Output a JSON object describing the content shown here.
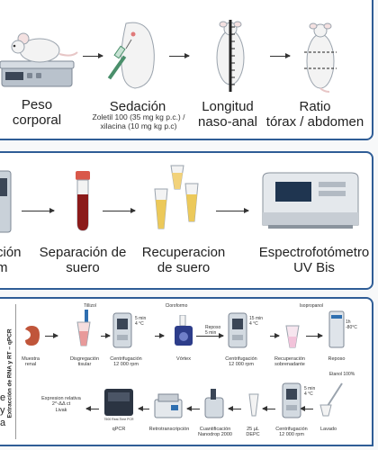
{
  "panel_top": {
    "steps": [
      {
        "label": "Peso\ncorporal",
        "icon": "scale-mouse-icon"
      },
      {
        "label": "Sedación",
        "sub": "Zoletil 100 (35 mg kg p.c.) /\nxilacina (10 mg kg p.c)",
        "icon": "injection-mouse-icon"
      },
      {
        "label": "Longitud\nnaso-anal",
        "icon": "ruler-mouse-icon"
      },
      {
        "label": "Ratio\ntórax / abdomen",
        "icon": "measure-mouse-icon"
      }
    ]
  },
  "panel_mid": {
    "cut_left_label": "ción\nm",
    "steps": [
      {
        "label": "Separación de\nsuero",
        "icon": "blood-tube-icon"
      },
      {
        "label": "Recuperacion\nde suero",
        "icon": "serum-tubes-icon"
      },
      {
        "label": "Espectrofotómetro\nUV Bis",
        "icon": "spectrophotometer-icon"
      }
    ]
  },
  "panel_bottom": {
    "side_title": "Extracción de RNA y RT – qPCR",
    "cut_left_text": "e\ny\na",
    "row1": [
      {
        "label": "Muestra\nrenal"
      },
      {
        "label": "Disgregación\ntisular",
        "top": "Tillizol"
      },
      {
        "label": "Centrifugación\n12 000 rpm",
        "spec": "5 min\n4 °C"
      },
      {
        "label": "Vórtex",
        "top": "Cloroformo"
      },
      {
        "label": "",
        "spec": "Reposo\n5 min"
      },
      {
        "label": "Centrifugación\n12 000 rpm",
        "spec": "15 min\n4 °C"
      },
      {
        "label": "Recuperación\nsobrenadante",
        "top": "Isopropanol"
      },
      {
        "label": "Reposo",
        "spec": "1h\n-80°C"
      }
    ],
    "row2": [
      {
        "label": "Expresion relativa\n2^-ΔΔ ct\nLivak"
      },
      {
        "label": "qPCR",
        "device": "7500 Real-Time PCR"
      },
      {
        "label": "Retrotranscripción"
      },
      {
        "label": "Cuantificación\nNanodrop 2000"
      },
      {
        "label": "25 µL\nDEPC"
      },
      {
        "label": "Centrifugación\n12 000 rpm",
        "spec": "5 min\n4 °C"
      },
      {
        "label": "Lavado",
        "top": "Etanol 100%"
      }
    ]
  }
}
